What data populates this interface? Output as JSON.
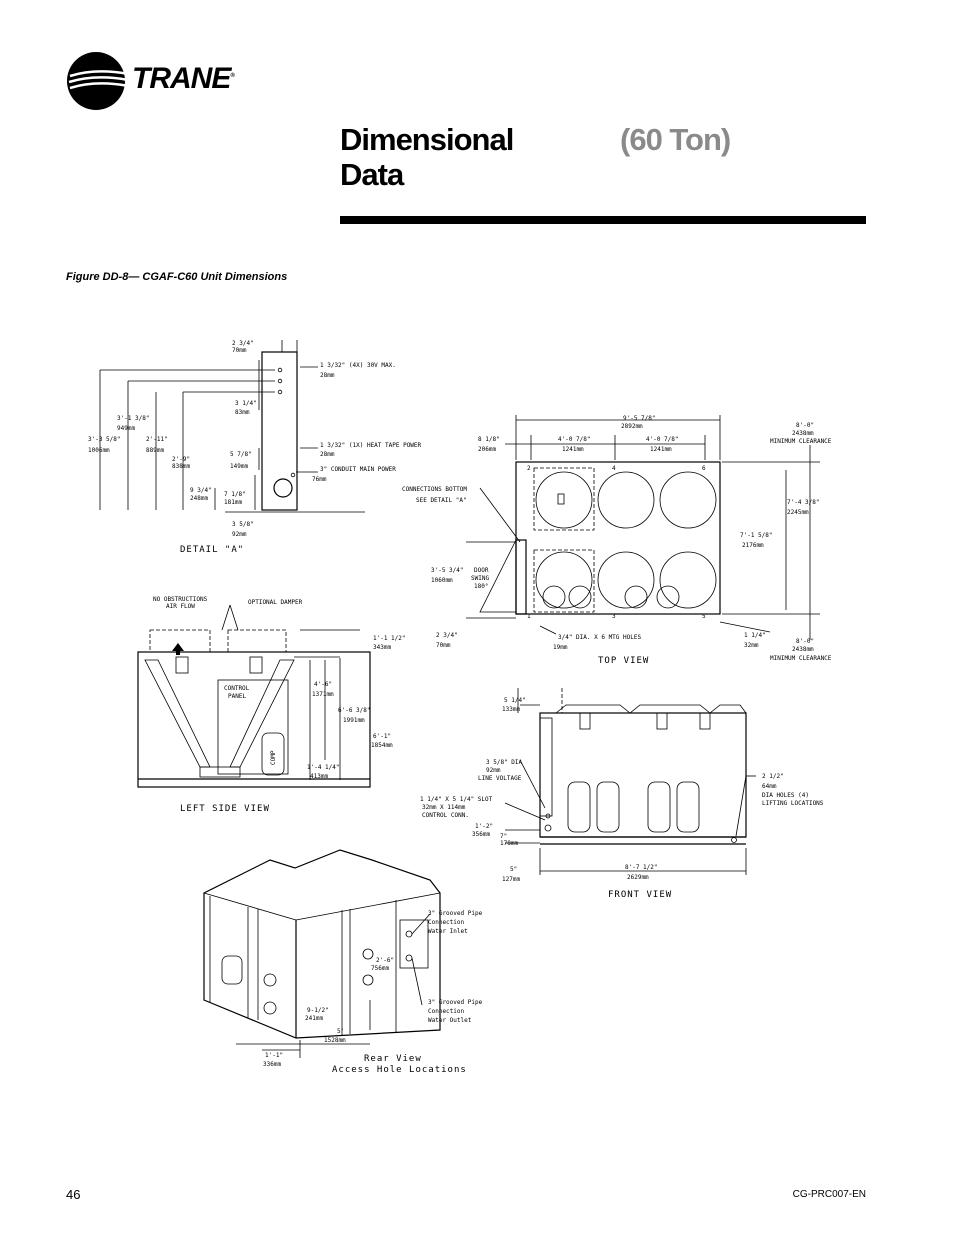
{
  "header": {
    "brand": "TRANE",
    "registered": "®",
    "title_line1": "Dimensional",
    "title_line2": "Data",
    "subtitle": "(60 Ton)"
  },
  "figure": {
    "caption": "Figure DD-8— CGAF-C60 Unit Dimensions",
    "detail_a": {
      "label": "DETAIL \"A\"",
      "d1": "2 3/4\"",
      "d1m": "70mm",
      "d2": "1 3/32\" (4X) 30V MAX.",
      "d2m": "28mm",
      "d3": "3 1/4\"",
      "d3m": "83mm",
      "d4": "3'-1 3/8\"",
      "d4m": "949mm",
      "d5": "3'-3 5/8\"",
      "d5m": "1006mm",
      "d6": "2'-11\"",
      "d6m": "889mm",
      "d7": "2'-9\"",
      "d7m": "838mm",
      "d8": "1 3/32\" (1X) HEAT TAPE POWER",
      "d8m": "28mm",
      "d9": "5 7/8\"",
      "d9m": "149mm",
      "d10": "3\" CONDUIT MAIN POWER",
      "d10m": "76mm",
      "d11": "9 3/4\"",
      "d11m": "248mm",
      "d12": "7 1/8\"",
      "d12m": "181mm",
      "d13": "3 5/8\"",
      "d13m": "92mm"
    },
    "top_view": {
      "label": "TOP VIEW",
      "w": "9'-5 7/8\"",
      "wm": "2892mm",
      "l1": "8 1/8\"",
      "l1m": "206mm",
      "s1": "4'-0 7/8\"",
      "s1m": "1241mm",
      "s2": "4'-0 7/8\"",
      "s2m": "1241mm",
      "clr": "8'-0\"",
      "clrm": "2438mm",
      "clr_label": "MINIMUM CLEARANCE",
      "conn": "CONNECTIONS BOTTOM",
      "conn2": "SEE DETAIL \"A\"",
      "h1": "7'-4 3/8\"",
      "h1m": "2245mm",
      "h2": "7'-1 5/8\"",
      "h2m": "2176mm",
      "door": "3'-5 3/4\"",
      "doorm": "1060mm",
      "door_l1": "DOOR",
      "door_l2": "SWING",
      "door_l3": "180°",
      "b1": "2 3/4\"",
      "b1m": "70mm",
      "holes": "3/4\" DIA. X 6 MTG HOLES",
      "holesm": "19mm",
      "b2": "1 1/4\"",
      "b2m": "32mm",
      "clr2": "8'-0\"",
      "clr2m": "2438mm",
      "clr2_label": "MINIMUM CLEARANCE",
      "m1": "2",
      "m2": "4",
      "m3": "6",
      "m4": "1",
      "m5": "3",
      "m6": "5"
    },
    "left_view": {
      "label": "LEFT SIDE VIEW",
      "no_obs": "NO OBSTRUCTIONS",
      "air": "AIR FLOW",
      "damper": "OPTIONAL DAMPER",
      "d1": "1'-1 1/2\"",
      "d1m": "343mm",
      "cp1": "CONTROL",
      "cp2": "PANEL",
      "d2": "4'-6\"",
      "d2m": "1371mm",
      "d3": "6'-6 3/8\"",
      "d3m": "1991mm",
      "d4": "6'-1\"",
      "d4m": "1854mm",
      "d5": "1'-4 1/4\"",
      "d5m": "413mm",
      "comp": "COMP"
    },
    "front_view": {
      "label": "FRONT VIEW",
      "d1": "5 1/4\"",
      "d1m": "133mm",
      "d2": "3 5/8\" DIA",
      "d2m": "92mm",
      "d2l": "LINE VOLTAGE",
      "d3": "1 1/4\" X 5 1/4\" SLOT",
      "d3m": "32mm X 114mm",
      "d3l": "CONTROL CONN.",
      "d4": "1'-2\"",
      "d4m": "356mm",
      "d5": "7\"",
      "d5m": "178mm",
      "d6": "5\"",
      "d6m": "127mm",
      "d7": "8'-7 1/2\"",
      "d7m": "2629mm",
      "d8": "2 1/2\"",
      "d8m": "64mm",
      "d8l1": "DIA HOLES (4)",
      "d8l2": "LIFTING LOCATIONS"
    },
    "rear_view": {
      "label1": "Rear View",
      "label2": "Access Hole Locations",
      "inlet1": "3\" Grooved Pipe",
      "inlet2": "Connection",
      "inlet3": "Water Inlet",
      "outlet1": "3\" Grooved Pipe",
      "outlet2": "Connection",
      "outlet3": "Water Outlet",
      "d1": "2'-6\"",
      "d1m": "756mm",
      "d2": "9-1/2\"",
      "d2m": "241mm",
      "d3": "5'",
      "d3m": "1528mm",
      "d4": "1'-1\"",
      "d4m": "336mm"
    }
  },
  "footer": {
    "page": "46",
    "doc": "CG-PRC007-EN"
  }
}
